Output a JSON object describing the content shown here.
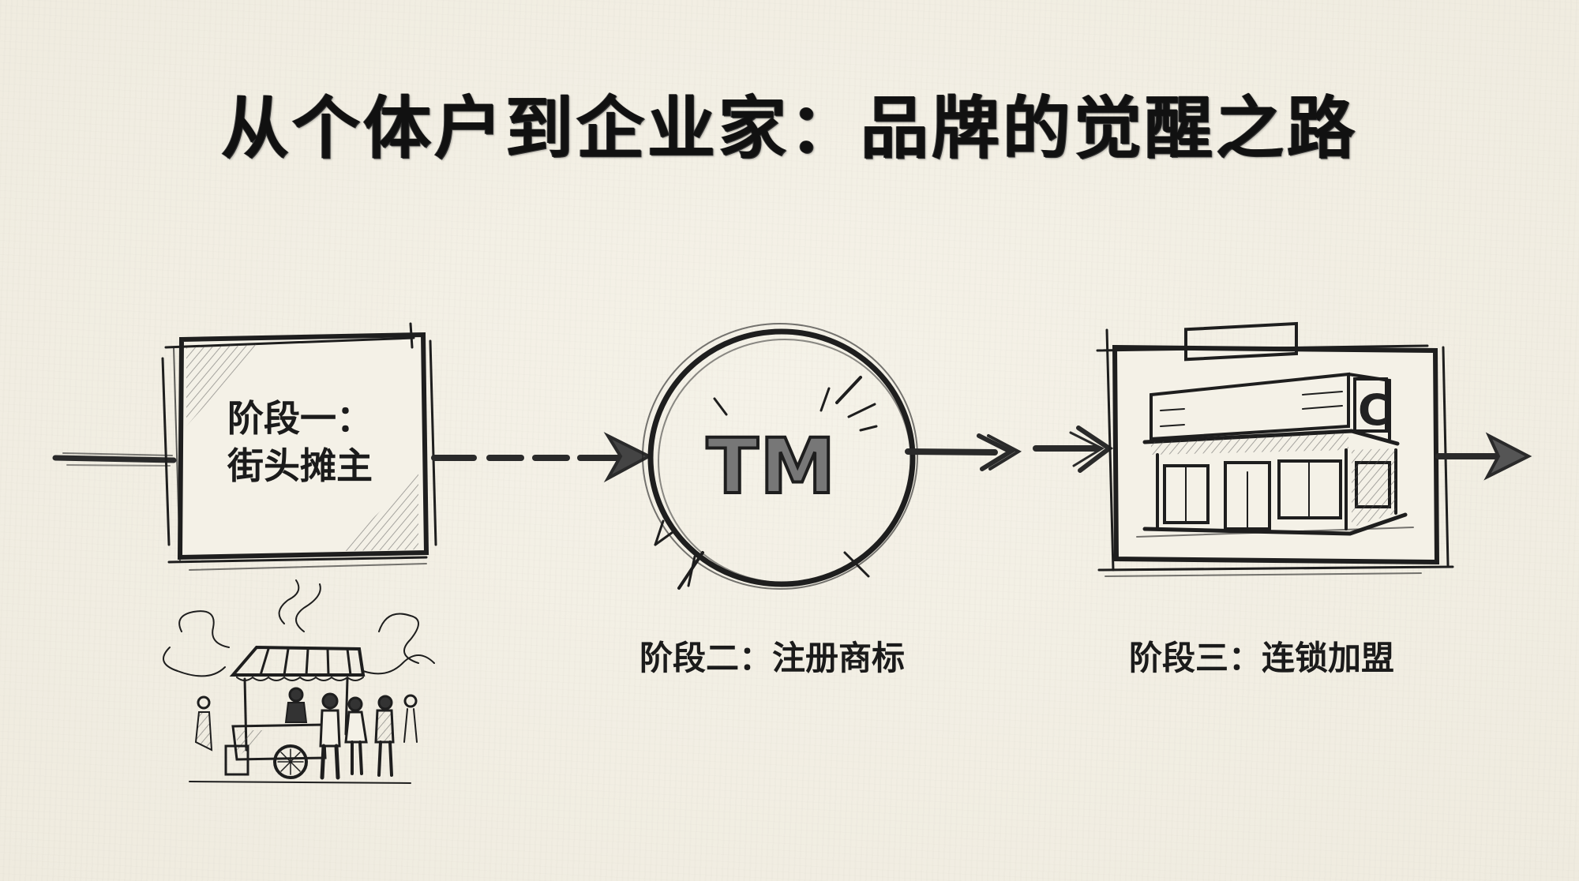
{
  "title": "从个体户到企业家：品牌的觉醒之路",
  "flow": {
    "direction": "left-to-right",
    "connectors": [
      {
        "from": "start",
        "to": "stage1",
        "style": "solid-line"
      },
      {
        "from": "stage1",
        "to": "stage2",
        "style": "dashed-arrow"
      },
      {
        "from": "stage2",
        "to": "stage3",
        "style": "double-chevron-arrow"
      },
      {
        "from": "stage3",
        "to": "end",
        "style": "solid-arrow"
      }
    ]
  },
  "stages": [
    {
      "id": "stage1",
      "shape": "sketched-square",
      "label_line1": "阶段一：",
      "label_line2": "街头摊主",
      "illustration": "street-food-cart-with-customers"
    },
    {
      "id": "stage2",
      "shape": "sketched-circle",
      "badge_text": "TM",
      "caption": "阶段二：注册商标",
      "illustration": "trademark-burst"
    },
    {
      "id": "stage3",
      "shape": "sketched-square",
      "sign_letter": "C",
      "caption": "阶段三：连锁加盟",
      "illustration": "chain-storefront"
    }
  ],
  "colors": {
    "background": "#f2efe4",
    "ink": "#1b1b1b",
    "shading": "#777777"
  }
}
